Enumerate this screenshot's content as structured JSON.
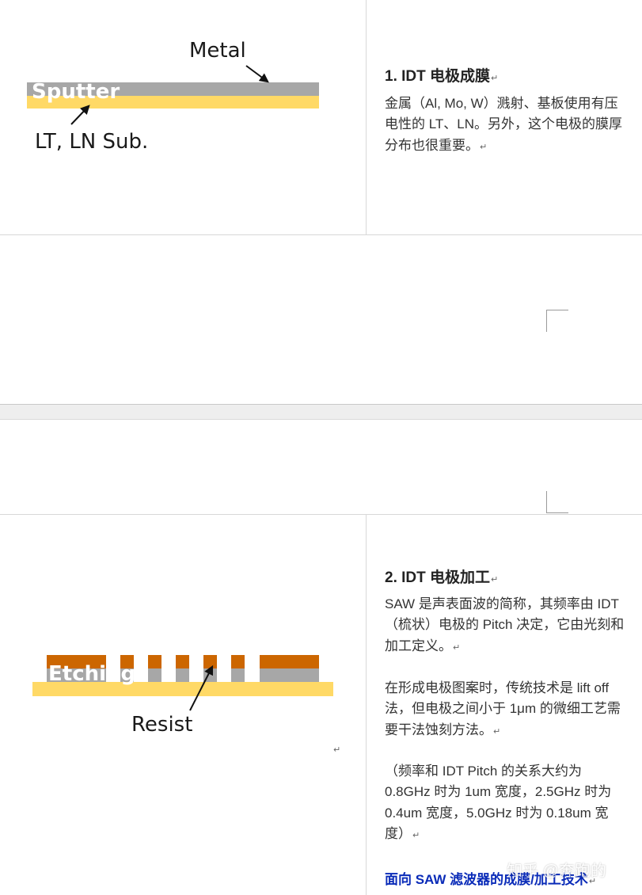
{
  "step1": {
    "heading": "1. IDT 电极成膜",
    "paragraph": "金属（Al,   Mo,   W）溅射、基板使用有压电性的 LT、LN。另外，这个电极的膜厚分布也很重要。",
    "diagram": {
      "metal_label": "Metal",
      "overlay_label": "Sputter",
      "substrate_label": "LT, LN Sub."
    }
  },
  "step2": {
    "heading": "2. IDT 电极加工",
    "paragraphs": [
      "SAW 是声表面波的简称，其频率由 IDT（梳状）电极的 Pitch 决定，它由光刻和加工定义。",
      "在形成电极图案时，传统技术是 lift off 法，但电极之间小于 1μm 的微细工艺需要干法蚀刻方法。",
      "（频率和 IDT Pitch 的关系大约为 0.8GHz 时为 1um 宽度，2.5GHz 时为 0.4um 宽度，5.0GHz 时为 0.18um 宽度）"
    ],
    "diagram": {
      "overlay_label": "Etching",
      "resist_label": "Resist"
    },
    "link_text": "面向 SAW 滤波器的成膜/加工技术"
  },
  "return_mark": "↵",
  "watermark": "知乎 @奔跑的",
  "colors": {
    "metal_gray": "#a7a7a7",
    "substrate_yellow": "#ffd966",
    "resist_orange": "#cc6600",
    "link_blue": "#0a2bb8"
  }
}
